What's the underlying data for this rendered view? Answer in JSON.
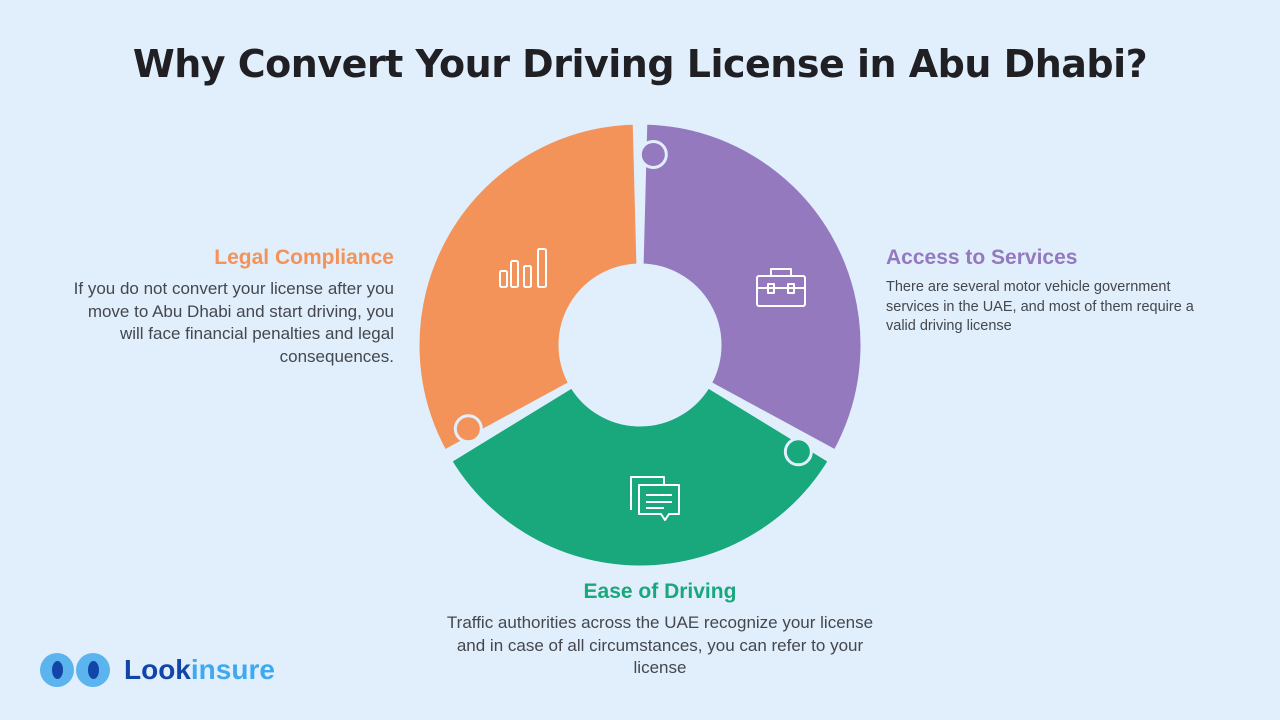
{
  "title": "Why Convert Your Driving License in Abu Dhabi?",
  "colors": {
    "orange": "#f39359",
    "purple": "#9479bf",
    "green": "#19a77c",
    "background": "#e1effc",
    "outline": "#e1effc"
  },
  "segments": [
    {
      "key": "legal",
      "heading": "Legal Compliance",
      "text": "If you do not convert your license after you move to Abu Dhabi and start driving, you will face financial penalties and legal consequences.",
      "icon": "bar-chart-icon",
      "color": "#f39359"
    },
    {
      "key": "access",
      "heading": "Access to Services",
      "text": "There are several motor vehicle government services in the UAE, and most of them require a valid driving license",
      "icon": "toolbox-icon",
      "color": "#9479bf"
    },
    {
      "key": "ease",
      "heading": "Ease of Driving",
      "text": "Traffic authorities across the UAE recognize your license and in case of all circumstances, you can refer to your license",
      "icon": "chat-messages-icon",
      "color": "#19a77c"
    }
  ],
  "logo": {
    "part1": "Look",
    "part2": "insure"
  }
}
